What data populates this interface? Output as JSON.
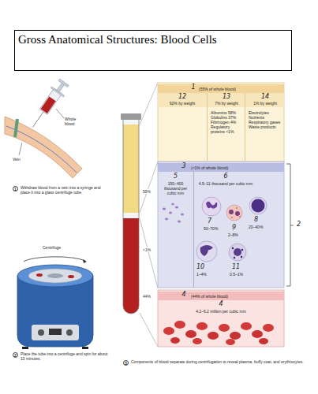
{
  "diagram": {
    "title": "Gross Anatomical Structures: Blood Cells",
    "nodes": [
      {
        "text": [
          "1",
          "(55% of whole blood)"
        ]
      },
      {
        "text": [
          "12",
          "92% by weight"
        ],
        "in": 0
      },
      {
        "text": [
          "13",
          "7% by weight",
          "Albumins 58% Globulins 37% Fibrinogen 4% Regulatory proteins <1%"
        ],
        "in": 0
      },
      {
        "text": [
          "14",
          "1% by weight",
          "Electrolytes Nutrients Respiratory gases Waste products"
        ],
        "in": 0
      },
      {
        "text": [
          "3",
          "(<1% of whole blood)"
        ]
      },
      {
        "text": [
          "5",
          "150–400 thousand per cubic mm"
        ],
        "in": 4
      },
      {
        "text": [
          "6",
          "4.5–11 thousand per cubic mm"
        ],
        "in": 4
      },
      {
        "text": [
          "4",
          "(44% of whole blood)",
          "4",
          "4.2–6.2 million per cubic mm"
        ]
      }
    ],
    "labels": [
      "Vein",
      "Whole blood",
      "1",
      "Withdraw blood from a vein into a syringe and place it into a glass centrifuge tube.",
      "Centrifuge",
      "2",
      "Place the tube into a centrifuge and spin for about 10 minutes.",
      "55%",
      "<1%",
      "44%",
      "7",
      "50–70%",
      "8",
      "20–40%",
      "9",
      "2–8%",
      "10",
      "1–4%",
      "11",
      "0.5–1%",
      "2",
      "3",
      "Components of blood separate during centrifugation to reveal plasma, buffy coat, and erythrocytes."
    ]
  }
}
